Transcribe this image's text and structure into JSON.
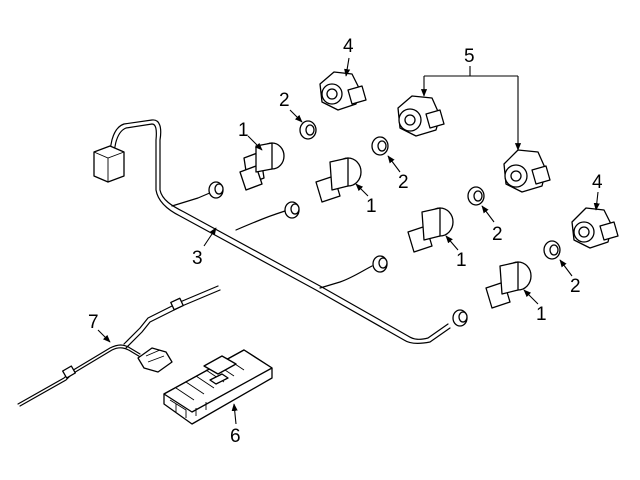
{
  "diagram": {
    "callouts": {
      "c1a": "1",
      "c1b": "1",
      "c1c": "1",
      "c1d": "1",
      "c2a": "2",
      "c2b": "2",
      "c2c": "2",
      "c2d": "2",
      "c3": "3",
      "c4a": "4",
      "c4b": "4",
      "c5": "5",
      "c6": "6",
      "c7": "7"
    }
  }
}
